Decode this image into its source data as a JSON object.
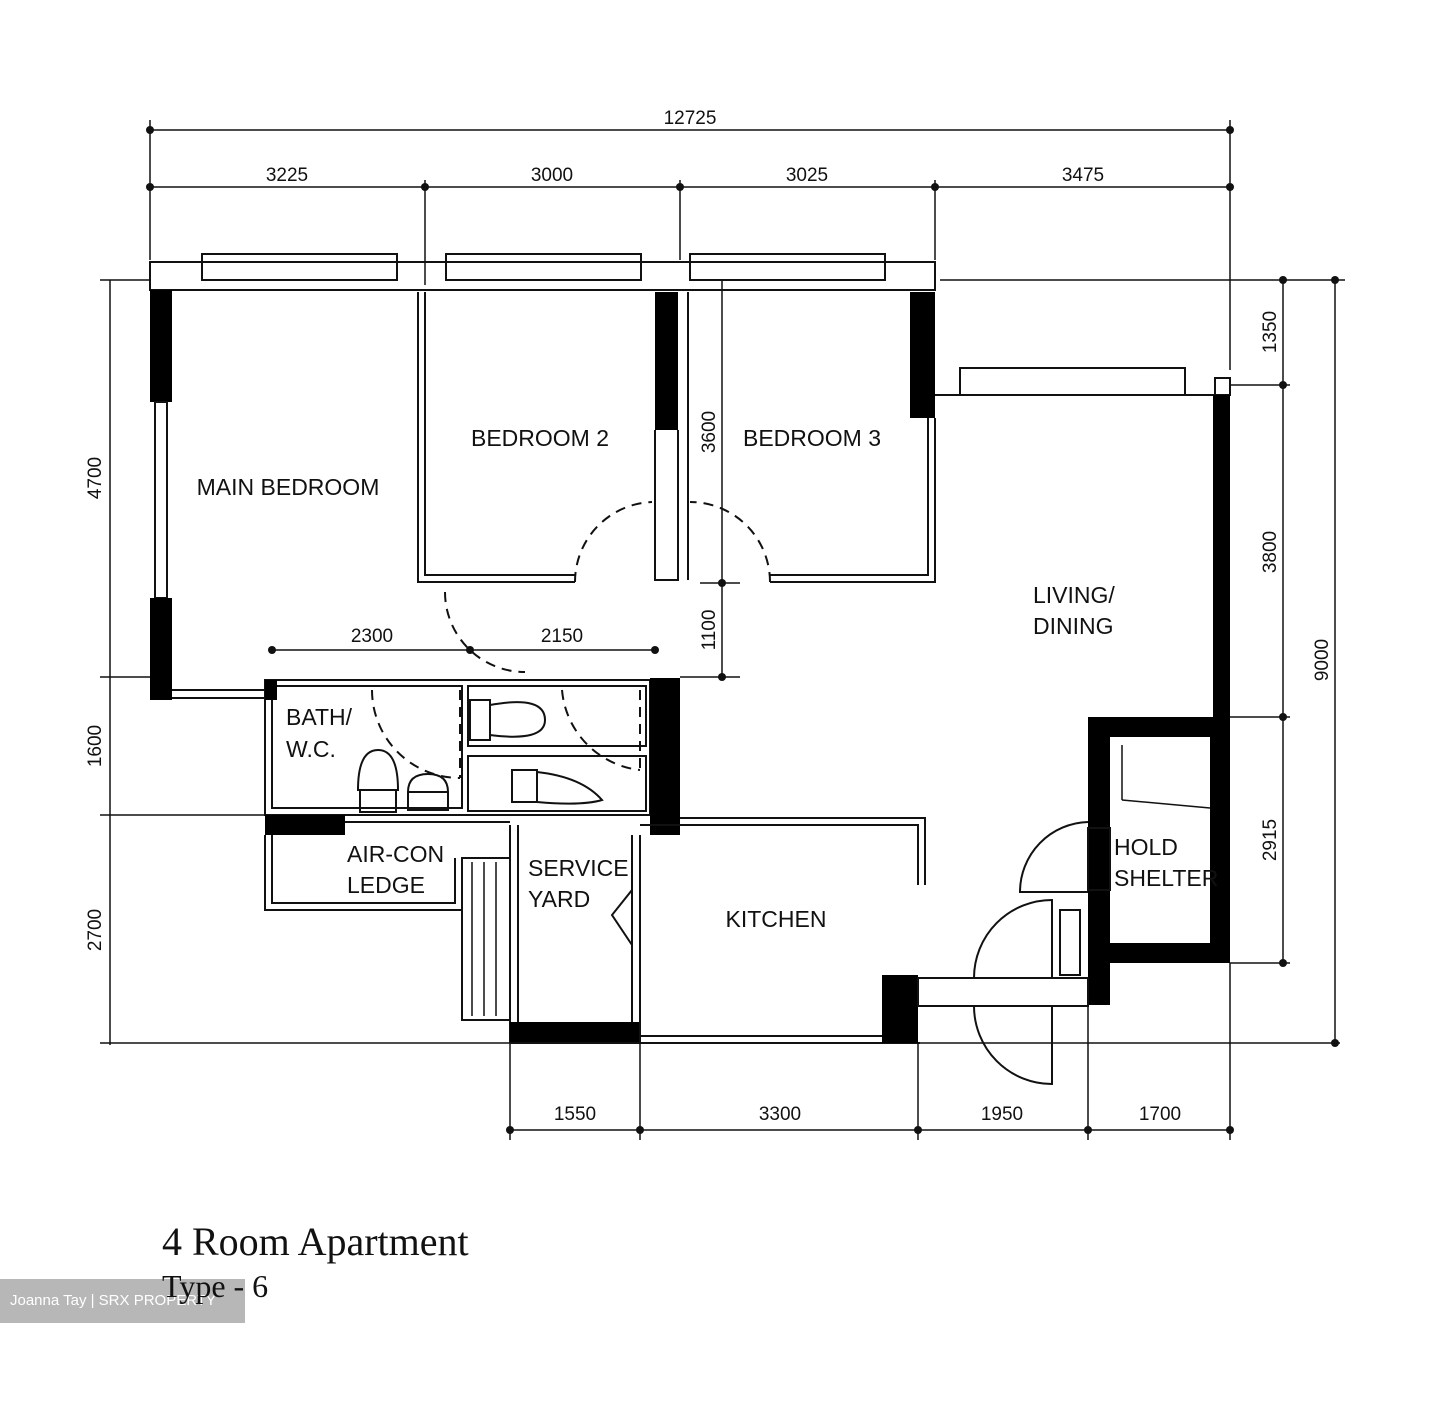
{
  "plan": {
    "rooms": {
      "main_bedroom": "MAIN BEDROOM",
      "bedroom2": "BEDROOM 2",
      "bedroom3": "BEDROOM 3",
      "living1": "LIVING/",
      "living2": "DINING",
      "bath1": "BATH/",
      "bath2": "W.C.",
      "aircon1": "AIR-CON",
      "aircon2": "LEDGE",
      "service1": "SERVICE",
      "service2": "YARD",
      "kitchen": "KITCHEN",
      "shelter1": "HOLD",
      "shelter2": "SHELTER"
    },
    "dimensions": {
      "overall_width": "12725",
      "top": [
        "3225",
        "3000",
        "3025",
        "3475"
      ],
      "left": [
        "4700",
        "1600",
        "2700"
      ],
      "right": [
        "1350",
        "3800",
        "2915"
      ],
      "overall_depth": "9000",
      "bottom": [
        "1550",
        "3300",
        "1950",
        "1700"
      ],
      "inner_horizontal": [
        "2300",
        "2150"
      ],
      "inner_vertical": [
        "3600",
        "1100"
      ]
    }
  },
  "caption": {
    "title": "4 Room Apartment",
    "subtitle": "Type - 6"
  },
  "watermark": "Joanna Tay | SRX PROPERTY"
}
